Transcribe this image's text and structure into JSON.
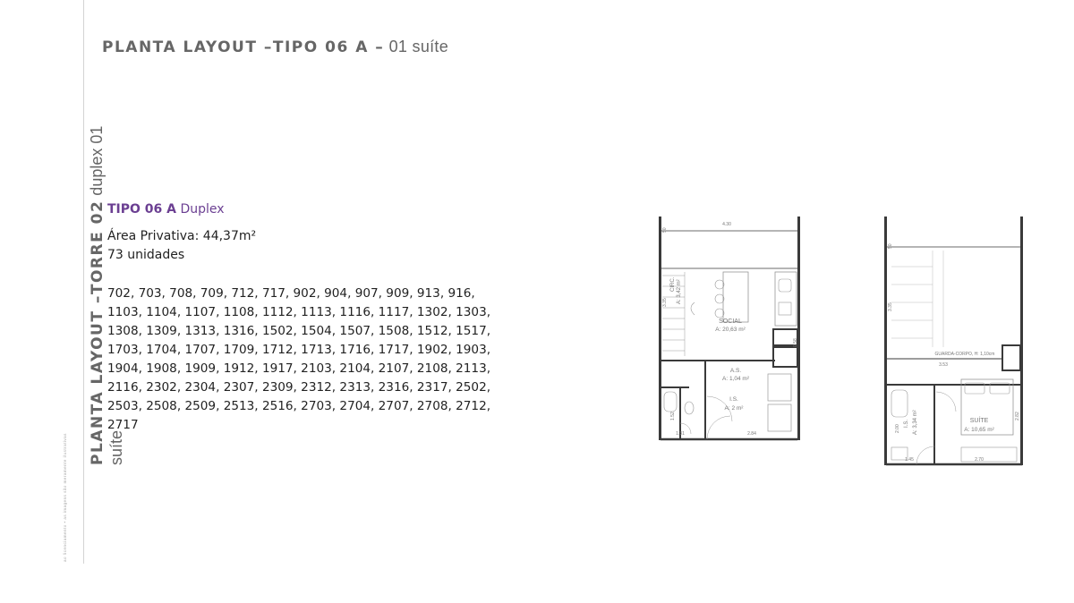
{
  "header": {
    "title_bold": "PLANTA LAYOUT –TIPO 06 A –",
    "title_light": "01 suíte"
  },
  "sidebar": {
    "bold": "PLANTA LAYOUT –TORRE 02",
    "light": "duplex 01",
    "second_line": "suíte",
    "small_note": "ao licenciamento • as imagens são meramente ilustrativas"
  },
  "unit": {
    "type_bold": "TIPO 06 A",
    "type_light": "Duplex",
    "area": "Área Privativa: 44,37m²",
    "count": "73 unidades",
    "list": "702, 703, 708, 709, 712, 717, 902, 904, 907, 909, 913, 916, 1103, 1104, 1107, 1108, 1112, 1113, 1116, 1117, 1302, 1303, 1308, 1309, 1313, 1316, 1502, 1504, 1507, 1508, 1512, 1517, 1703, 1704, 1707, 1709, 1712, 1713, 1716, 1717, 1902, 1903, 1904, 1908, 1909, 1912, 1917, 2103, 2104, 2107, 2108, 2113, 2116, 2302, 2304, 2307, 2309, 2312, 2313, 2316, 2317, 2502, 2503, 2508, 2509, 2513, 2516, 2703, 2704, 2707, 2708, 2712, 2717"
  },
  "plan_lower": {
    "dim_top": "4.30",
    "dim_v1": "50",
    "dim_v2": "3.35",
    "dim_v3": "0.58",
    "circ": "CIRC.",
    "circ_area": "A: 3,42 m²",
    "social": "SOCIAL",
    "social_area": "A: 20,63 m²",
    "as": "A.S.",
    "as_area": "A: 1,04 m²",
    "is": "I.S.",
    "is_area": "A: 2 m²",
    "dim_152": "1.52",
    "dim_131": "1.31",
    "dim_284": "2.84"
  },
  "plan_upper": {
    "dim_v1": "50",
    "dim_v2": "3.35",
    "guard": "GUARDA-CORPO, H: 1,10cm",
    "dim_353": "3.53",
    "dim_200": "2.00",
    "is": "I.S.",
    "is_area": "A: 3,34 m²",
    "suite": "SUÍTE",
    "suite_area": "A: 10,65 m²",
    "dim_282": "2.82",
    "dim_145": "1.45",
    "dim_270": "2.70"
  },
  "colors": {
    "accent": "#6b3f92",
    "wall": "#3a3a3a",
    "label": "#777777"
  }
}
